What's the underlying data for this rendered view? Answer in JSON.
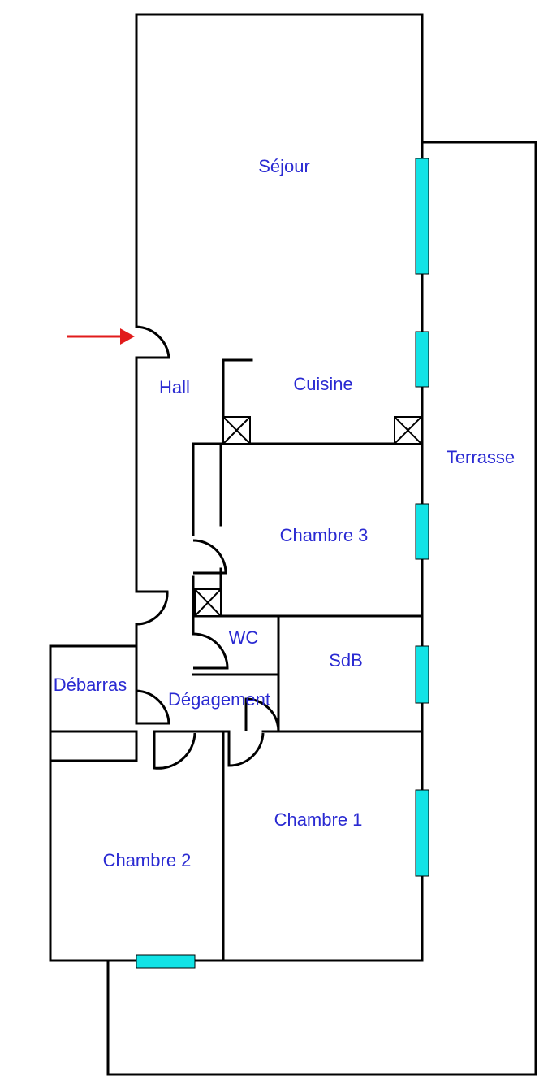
{
  "colors": {
    "label": "#2a2ad2",
    "window": "#11e3e6",
    "entry_arrow": "#e11b1b",
    "wall": "#000000"
  },
  "rooms": {
    "sejour": "Séjour",
    "hall": "Hall",
    "cuisine": "Cuisine",
    "terrasse": "Terrasse",
    "chambre3": "Chambre 3",
    "wc": "WC",
    "sdb": "SdB",
    "debarras": "Débarras",
    "degagement": "Dégagement",
    "chambre1": "Chambre 1",
    "chambre2": "Chambre 2"
  },
  "icons": {
    "entry": "red-arrow-icon",
    "ventilation": "ventilation-duct-icon"
  }
}
